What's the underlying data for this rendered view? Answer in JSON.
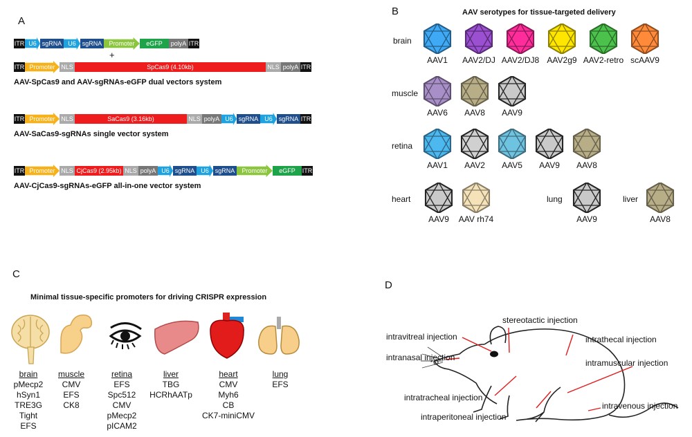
{
  "panel_a": {
    "letter": "A",
    "row1": {
      "itr1": "ITR",
      "u6a": "U6",
      "sgrna1": "sgRNA",
      "u6b": "U6",
      "sgrna2": "sgRNA",
      "promoter": "Promoter",
      "egfp": "eGFP",
      "polya": "polyA",
      "itr2": "ITR"
    },
    "plus": "+",
    "row2": {
      "itr1": "ITR",
      "promoter": "Promoter",
      "nls1": "NLS",
      "cas": "SpCas9 (4.10kb)",
      "nls2": "NLS",
      "polya": "polyA",
      "itr2": "ITR"
    },
    "caption1": "AAV-SpCas9 and AAV-sgRNAs-eGFP dual vectors system",
    "row3": {
      "itr1": "ITR",
      "promoter": "Promoter",
      "nls1": "NLS",
      "cas": "SaCas9 (3.16kb)",
      "nls2": "NLS",
      "polya": "polyA",
      "u6a": "U6",
      "sgrna1": "sgRNA",
      "u6b": "U6",
      "sgrna2": "sgRNA",
      "itr2": "ITR"
    },
    "caption2": "AAV-SaCas9-sgRNAs single vector system",
    "row4": {
      "itr1": "ITR",
      "promoter": "Promoter",
      "nls1": "NLS",
      "cas": "CjCas9 (2.95kb)",
      "nls2": "NLS",
      "polya": "polyA",
      "u6a": "U6",
      "sgrna1": "sgRNA",
      "u6b": "U6",
      "sgrna2": "sgRNA",
      "promoter2": "Promoter",
      "egfp": "eGFP",
      "itr2": "ITR"
    },
    "caption3": "AAV-CjCas9-sgRNAs-eGFP all-in-one vector system"
  },
  "panel_b": {
    "letter": "B",
    "title": "AAV serotypes for tissue-targeted delivery",
    "brain": {
      "label": "brain",
      "items": [
        {
          "name": "AAV1",
          "color": "#3fa9f5"
        },
        {
          "name": "AAV2/DJ",
          "color": "#9b4fd1"
        },
        {
          "name": "AAV2/DJ8",
          "color": "#ff2d9b"
        },
        {
          "name": "AAV2g9",
          "color": "#ffe600"
        },
        {
          "name": "AAV2-retro",
          "color": "#4cc24c"
        },
        {
          "name": "scAAV9",
          "color": "#ff8a3a"
        }
      ]
    },
    "muscle": {
      "label": "muscle",
      "items": [
        {
          "name": "AAV6",
          "color": "#a98fc8"
        },
        {
          "name": "AAV8",
          "color": "#b7ad86"
        },
        {
          "name": "AAV9",
          "color": "#c9c9c9"
        }
      ]
    },
    "retina": {
      "label": "retina",
      "items": [
        {
          "name": "AAV1",
          "color": "#4db8f0"
        },
        {
          "name": "AAV2",
          "color": "#d0d0d0"
        },
        {
          "name": "AAV5",
          "color": "#6ec3e0"
        },
        {
          "name": "AAV9",
          "color": "#c9c9c9"
        },
        {
          "name": "AAV8",
          "color": "#b7ad86"
        }
      ]
    },
    "heart": {
      "label": "heart",
      "items": [
        {
          "name": "AAV9",
          "color": "#c9c9c9"
        },
        {
          "name": "AAV rh74",
          "color": "#f5e2b8"
        }
      ]
    },
    "lung": {
      "label": "lung",
      "items": [
        {
          "name": "AAV9",
          "color": "#c9c9c9"
        }
      ]
    },
    "liver": {
      "label": "liver",
      "items": [
        {
          "name": "AAV8",
          "color": "#b7ad86"
        }
      ]
    }
  },
  "panel_c": {
    "letter": "C",
    "title": "Minimal tissue-specific promoters for driving CRISPR expression",
    "brain": {
      "head": "brain",
      "items": [
        "pMecp2",
        "hSyn1",
        "TRE3G",
        "Tight",
        "EFS"
      ]
    },
    "muscle": {
      "head": "muscle",
      "items": [
        "CMV",
        "EFS",
        "CK8"
      ]
    },
    "retina": {
      "head": "retina",
      "items": [
        "EFS",
        "Spc512",
        "CMV",
        "pMecp2",
        "pICAM2"
      ]
    },
    "liver": {
      "head": "liver",
      "items": [
        "TBG",
        "HCRhAATp"
      ]
    },
    "heart": {
      "head": "heart",
      "items": [
        "CMV",
        "Myh6",
        "CB",
        "CK7-miniCMV"
      ]
    },
    "lung": {
      "head": "lung",
      "items": [
        "EFS"
      ]
    }
  },
  "panel_d": {
    "letter": "D",
    "injections": {
      "stereotactic": "stereotactic injection",
      "intravitreal": "intravitreal injection",
      "intranasal": "intranasal injection",
      "intrathecal": "intrathecal injection",
      "intramuscular": "intramuscular injection",
      "intratracheal": "intratracheal injection",
      "intraperitoneal": "intraperitoneal injection",
      "intravenous": "intravenous injection"
    }
  }
}
